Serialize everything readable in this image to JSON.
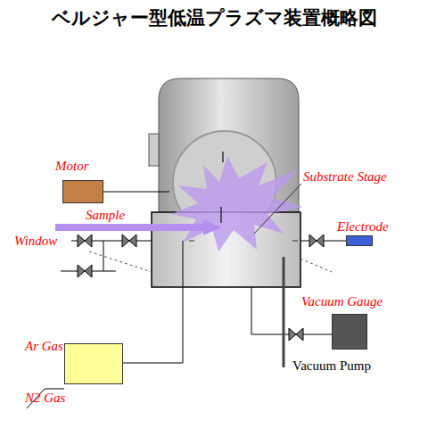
{
  "diagram": {
    "title": "ベルジャー型低温プラズマ装置概略図",
    "nodes": [
      {
        "text": [
          "Motor"
        ]
      },
      {
        "text": [
          "Electrode"
        ]
      },
      {
        "text": [
          "Vacuum Gauge"
        ]
      },
      {
        "text": [
          "Ar Gas"
        ]
      }
    ],
    "labels": [
      "Sample",
      "Window",
      "Substrate Stage",
      "N2 Gas",
      "Vacuum Pump"
    ]
  }
}
